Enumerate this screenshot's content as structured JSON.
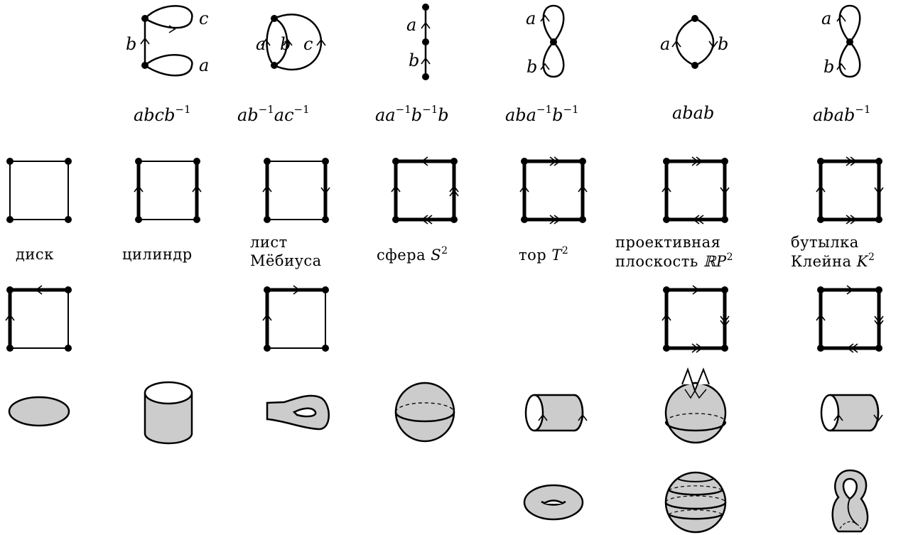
{
  "words": [
    {
      "base": "abcb",
      "exp": "−1"
    },
    {
      "base": "ab",
      "exp": "−1",
      "mid": "ac",
      "exp2": "−1"
    },
    {
      "base": "aa",
      "exp": "−1",
      "mid": "b",
      "exp2": "−1",
      "tail": "b"
    },
    {
      "base": "aba",
      "exp": "−1",
      "mid": "b",
      "exp2": "−1"
    },
    {
      "base": "abab"
    },
    {
      "base": "abab",
      "exp": "−1"
    }
  ],
  "surfaces": [
    {
      "line1": "диск"
    },
    {
      "line1": "цилиндр"
    },
    {
      "line1": "лист",
      "line2": "Мёбиуса"
    },
    {
      "line1": "сфера",
      "sym": "S",
      "exp": "2"
    },
    {
      "line1": "тор",
      "sym": "T",
      "exp": "2"
    },
    {
      "line1": "проективная",
      "line2": "плоскость",
      "sym2": "ℝP",
      "exp2": "2"
    },
    {
      "line1": "бутылка",
      "line2": "Клейна",
      "sym2": "K",
      "exp2": "2"
    }
  ],
  "edge_labels": {
    "a": "a",
    "b": "b",
    "c": "c"
  }
}
